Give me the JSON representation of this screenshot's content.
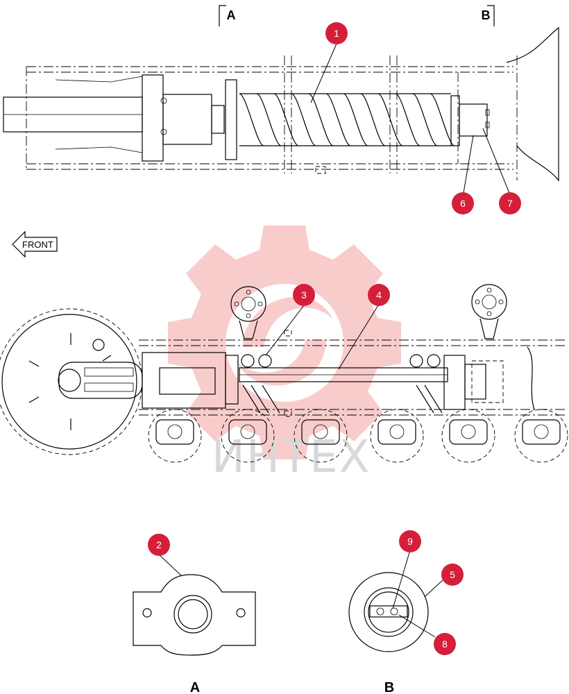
{
  "section_markers": [
    {
      "id": "section-a",
      "label": "A"
    },
    {
      "id": "section-b",
      "label": "B"
    }
  ],
  "front_arrow": {
    "label": "FRONT"
  },
  "callouts": [
    {
      "id": "1",
      "label": "1"
    },
    {
      "id": "2",
      "label": "2"
    },
    {
      "id": "3",
      "label": "3"
    },
    {
      "id": "4",
      "label": "4"
    },
    {
      "id": "5",
      "label": "5"
    },
    {
      "id": "6",
      "label": "6"
    },
    {
      "id": "7",
      "label": "7"
    },
    {
      "id": "8",
      "label": "8"
    },
    {
      "id": "9",
      "label": "9"
    }
  ],
  "view_labels": {
    "a": "A",
    "b": "B"
  },
  "watermark": {
    "text": "ИНТЕХ"
  },
  "colors": {
    "callout": "#d41e3a",
    "watermark": "#e83a3a",
    "line": "#000000"
  }
}
